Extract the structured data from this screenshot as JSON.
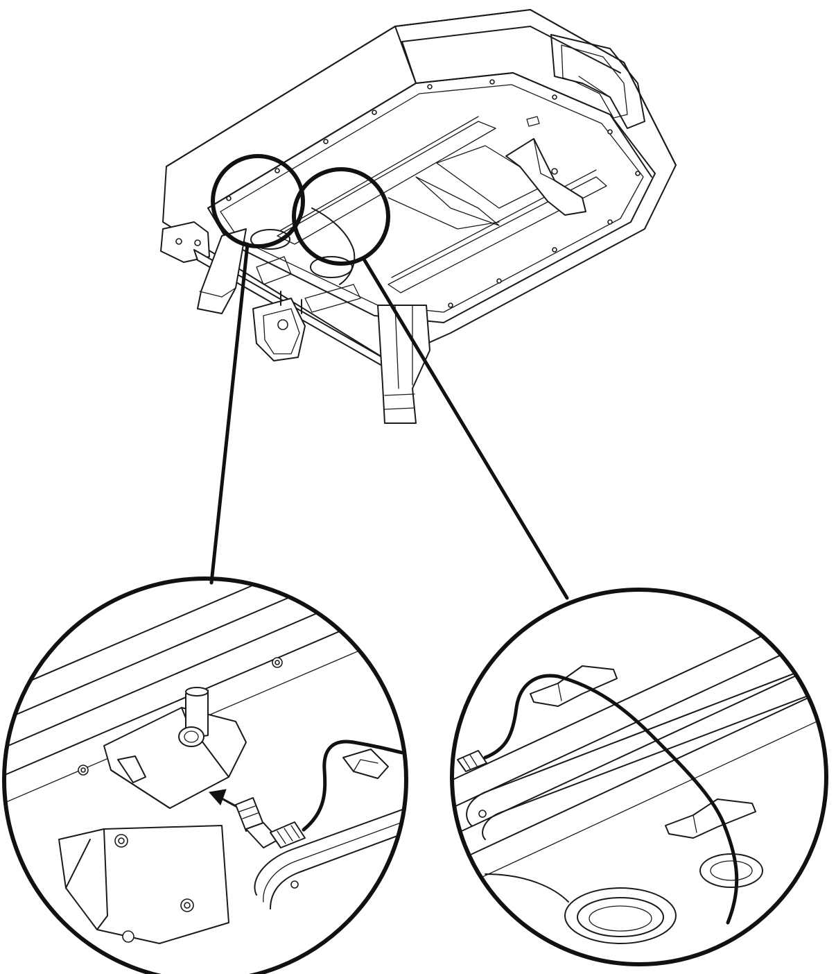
{
  "diagram": {
    "description_visible_text": [],
    "callouts": [
      {
        "id": "left",
        "target": "connector-socket"
      },
      {
        "id": "right",
        "target": "cable-clips"
      }
    ],
    "colors": {
      "line": "#1a1a1a",
      "background": "#ffffff"
    },
    "icons": [
      "arrow-icon",
      "audio-jack-icon",
      "cable-clip-icon"
    ]
  }
}
